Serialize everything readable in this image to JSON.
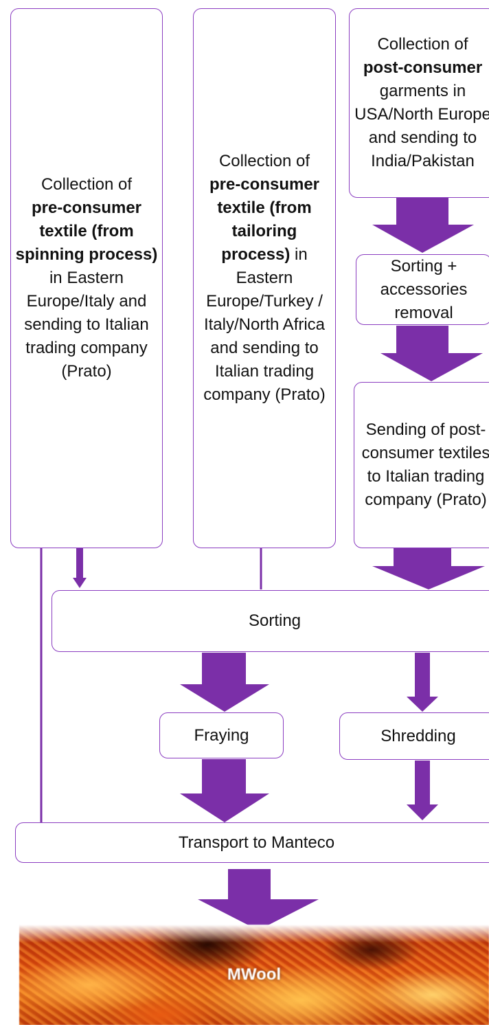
{
  "colors": {
    "border": "#8a3cc0",
    "arrow": "#7b2fa8",
    "text": "#111111"
  },
  "boxes": {
    "spinning": {
      "pre": "Collection of",
      "bold": "pre-consumer textile (from spinning process)",
      "post": "in Eastern Europe/Italy and sending to Italian trading company (Prato)"
    },
    "tailoring": {
      "pre": "Collection of",
      "bold": "pre-consumer textile (from tailoring process)",
      "post": "in Eastern Europe/Turkey / Italy/North Africa and sending to Italian trading company (Prato)"
    },
    "post_consumer": {
      "pre": "Collection of",
      "bold": "post-consumer",
      "post": "garments in USA/North Europe and sending to India/Pakistan"
    },
    "sorting_accessories": "Sorting + accessories removal",
    "sending_post": "Sending of post-consumer textiles to Italian trading company (Prato)",
    "sorting": "Sorting",
    "fraying": "Fraying",
    "shredding": "Shredding",
    "transport": "Transport to Manteco"
  },
  "image": {
    "label": "MWool"
  }
}
